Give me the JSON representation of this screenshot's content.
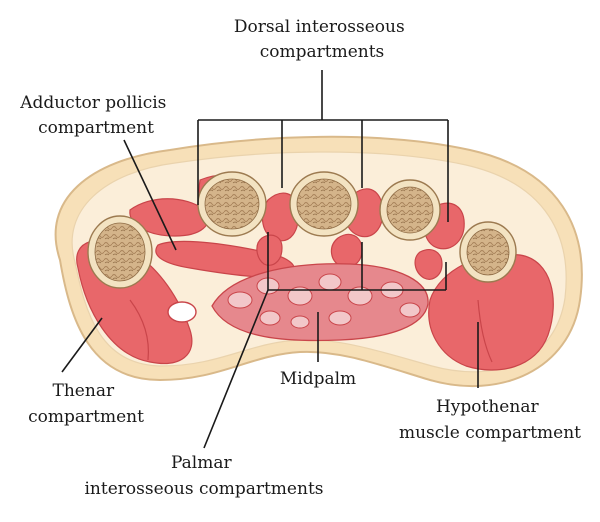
{
  "labels": {
    "dorsal": [
      "Dorsal interosseous",
      "compartments"
    ],
    "adductor": [
      "Adductor pollicis",
      "compartment"
    ],
    "thenar": [
      "Thenar",
      "compartment"
    ],
    "midpalm": [
      "Midpalm"
    ],
    "hypothenar": [
      "Hypothenar",
      "muscle compartment"
    ],
    "palmar": [
      "Palmar",
      "interosseous compartments"
    ]
  },
  "colors": {
    "muscle": "#e8676a",
    "muscle_dark": "#c9454a",
    "bone_outer": "#f3e3c2",
    "bone_inner": "#c8a57a",
    "skin": "#f7e0b8",
    "fat": "#fbeed9",
    "midpalm_fill": "#e6888d",
    "tendon": "#f2c7c9"
  }
}
